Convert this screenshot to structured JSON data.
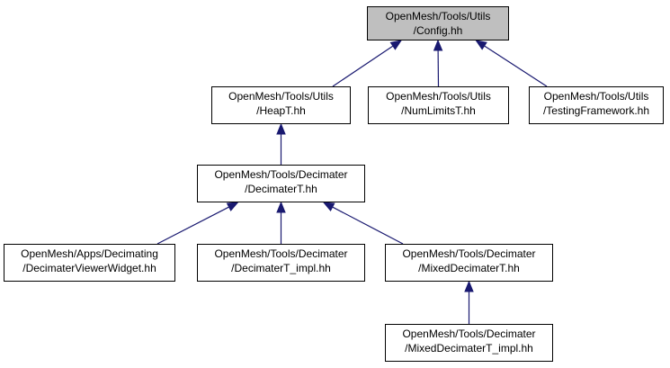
{
  "colors": {
    "edge": "#191970",
    "root_fill": "#bfbfbf",
    "node_fill": "#ffffff",
    "border": "#000000"
  },
  "nodes": {
    "config": {
      "line1": "OpenMesh/Tools/Utils",
      "line2": "/Config.hh"
    },
    "heapt": {
      "line1": "OpenMesh/Tools/Utils",
      "line2": "/HeapT.hh"
    },
    "numlimits": {
      "line1": "OpenMesh/Tools/Utils",
      "line2": "/NumLimitsT.hh"
    },
    "testing": {
      "line1": "OpenMesh/Tools/Utils",
      "line2": "/TestingFramework.hh"
    },
    "decimater": {
      "line1": "OpenMesh/Tools/Decimater",
      "line2": "/DecimaterT.hh"
    },
    "viewer": {
      "line1": "OpenMesh/Apps/Decimating",
      "line2": "/DecimaterViewerWidget.hh"
    },
    "decimpl": {
      "line1": "OpenMesh/Tools/Decimater",
      "line2": "/DecimaterT_impl.hh"
    },
    "mixed": {
      "line1": "OpenMesh/Tools/Decimater",
      "line2": "/MixedDecimaterT.hh"
    },
    "mixedimpl": {
      "line1": "OpenMesh/Tools/Decimater",
      "line2": "/MixedDecimaterT_impl.hh"
    }
  },
  "edges": [
    {
      "from": "heapt",
      "to": "config"
    },
    {
      "from": "numlimits",
      "to": "config"
    },
    {
      "from": "testing",
      "to": "config"
    },
    {
      "from": "decimater",
      "to": "heapt"
    },
    {
      "from": "viewer",
      "to": "decimater"
    },
    {
      "from": "decimpl",
      "to": "decimater"
    },
    {
      "from": "mixed",
      "to": "decimater"
    },
    {
      "from": "mixedimpl",
      "to": "mixed"
    }
  ]
}
